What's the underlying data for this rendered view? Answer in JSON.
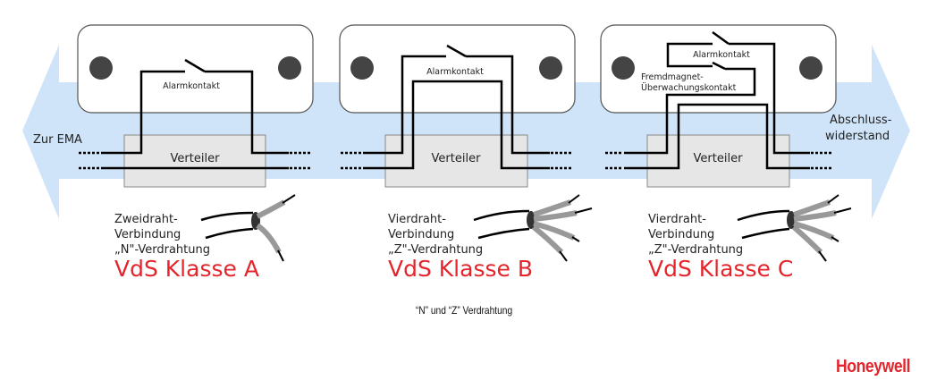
{
  "colors": {
    "arrow": "#cfe4f8",
    "sensor_box": "#ffffff",
    "distributor": "#e6e6e6",
    "wire": "#000000",
    "class_label": "#e4252c",
    "logo": "#e4252c"
  },
  "arrows": {
    "left_label": "Zur EMA",
    "right_label_line1": "Abschluss-",
    "right_label_line2": "widerstand"
  },
  "panels": [
    {
      "id": "A",
      "contacts": [
        "Alarmkontakt"
      ],
      "distributor_label": "Verteiler",
      "desc_line1": "Zweidraht-",
      "desc_line2": "Verbindung",
      "desc_line3": "„N\"-Verdrahtung",
      "class_label": "VdS Klasse A",
      "wire_count": 2
    },
    {
      "id": "B",
      "contacts": [
        "Alarmkontakt"
      ],
      "distributor_label": "Verteiler",
      "desc_line1": "Vierdraht-",
      "desc_line2": "Verbindung",
      "desc_line3": "„Z\"-Verdrahtung",
      "class_label": "VdS Klasse B",
      "wire_count": 4
    },
    {
      "id": "C",
      "contacts": [
        "Alarmkontakt",
        "Fremdmagnet-",
        "Überwachungskontakt"
      ],
      "distributor_label": "Verteiler",
      "desc_line1": "Vierdraht-",
      "desc_line2": "Verbindung",
      "desc_line3": "„Z\"-Verdrahtung",
      "class_label": "VdS Klasse C",
      "wire_count": 4
    }
  ],
  "caption": "“N” und “Z” Verdrahtung",
  "logo": "Honeywell"
}
